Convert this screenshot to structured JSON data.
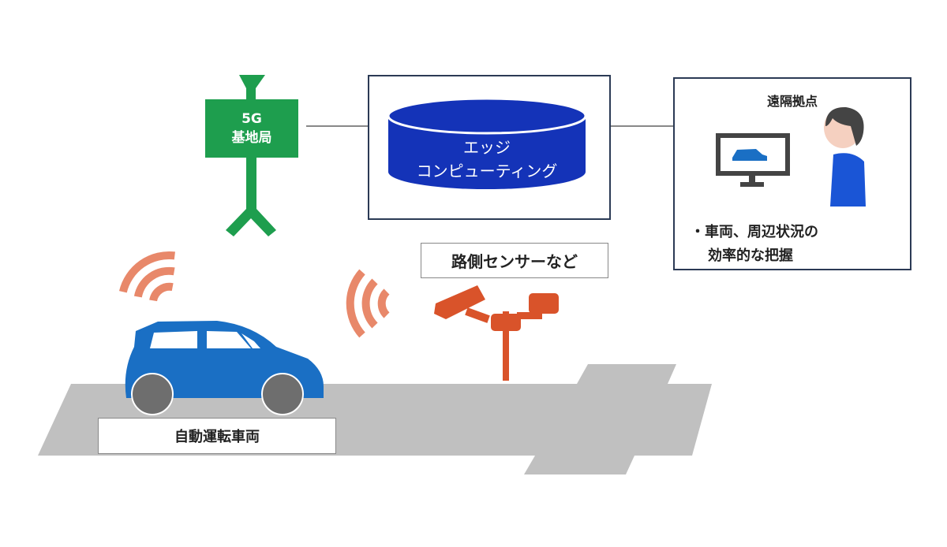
{
  "base_station": {
    "line1": "5G",
    "line2": "基地局"
  },
  "edge": {
    "line1": "エッジ",
    "line2": "コンピューティング"
  },
  "remote": {
    "title": "遠隔拠点",
    "bullet_line1": "・車両、周辺状況の",
    "bullet_line2": "効率的な把握"
  },
  "sensor_label": "路側センサーなど",
  "vehicle_label": "自動運転車両",
  "colors": {
    "green": "#1e9e4e",
    "blue": "#1433b8",
    "car_blue": "#1a6fc4",
    "orange": "#d9532a",
    "wifi": "#e8886a",
    "road": "#c0c0c0",
    "frame": "#2b3a55"
  }
}
